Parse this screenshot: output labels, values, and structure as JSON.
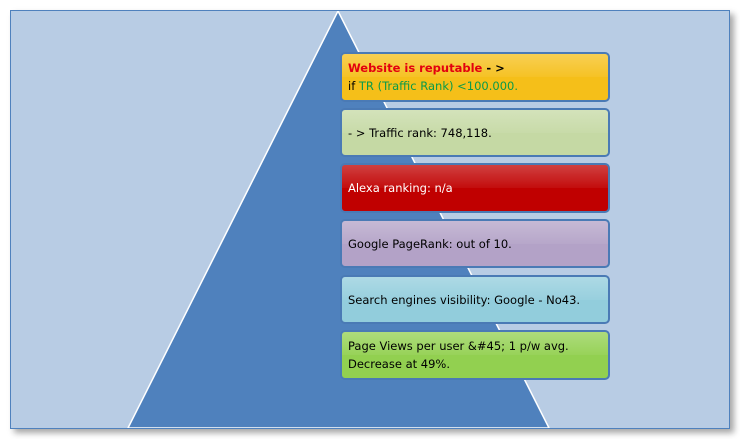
{
  "colors": {
    "background": "#b8cce4",
    "pyramid": "#4f81bd",
    "box_1": "#f5bf19",
    "box_2": "#c5d9a4",
    "box_3": "#c00000",
    "box_4": "#b3a2c7",
    "box_5": "#92cddc",
    "box_6": "#92d050"
  },
  "boxes": [
    {
      "line1_emphasis": "Website is reputable",
      "line1_rest": " - >",
      "line2_prefix": " if ",
      "line2_emphasis": "TR (Traffic Rank) <100.000."
    },
    {
      "line1": " - > Traffic rank:  748,118."
    },
    {
      "line1": "Alexa ranking: n/a"
    },
    {
      "line1": "Google PageRank: out of 10."
    },
    {
      "line1": "Search engines visibility: Google - No43."
    },
    {
      "line1": "Page Views per user  &#45; 1 p/w avg.",
      "line2": "Decrease at 49%."
    }
  ]
}
